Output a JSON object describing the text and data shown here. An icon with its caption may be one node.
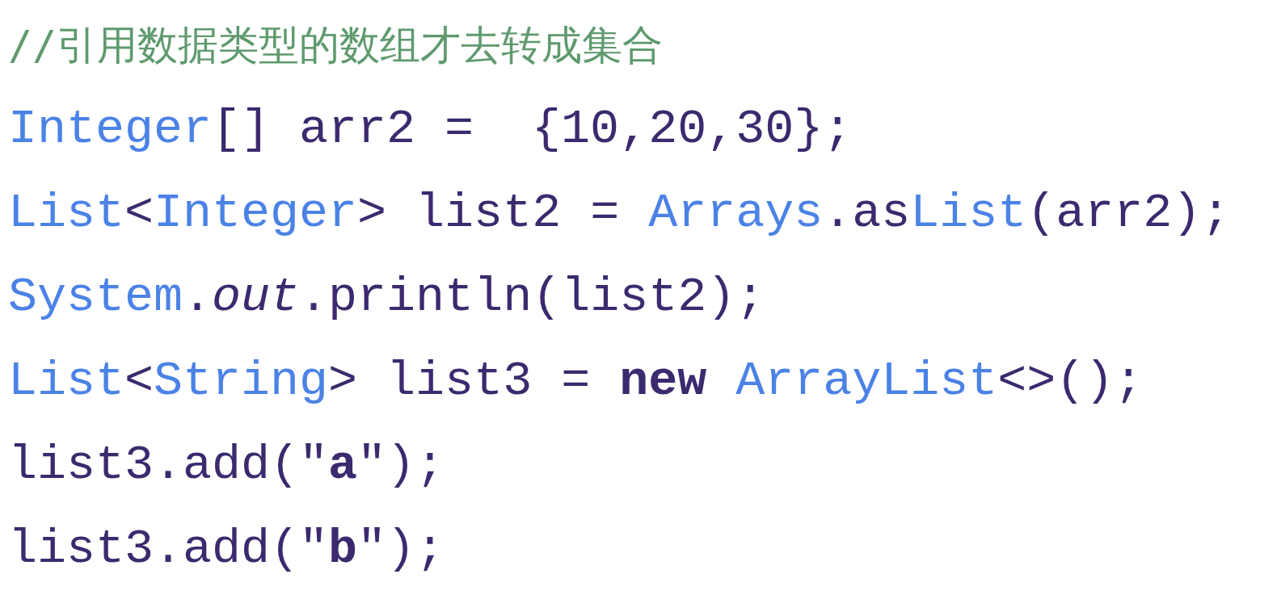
{
  "diagram": {
    "labels": [
      "//引用数据类型的数组才去转成集合",
      "Integer[] arr2 =  {10,20,30};",
      "List<Integer> list2 = Arrays.asList(arr2);",
      "System.*out*.println(list2);",
      "List<String> list3 = **new** ArrayList<>();",
      "list3.add(\"**a**\");",
      "list3.add(\"**b**\");"
    ]
  }
}
